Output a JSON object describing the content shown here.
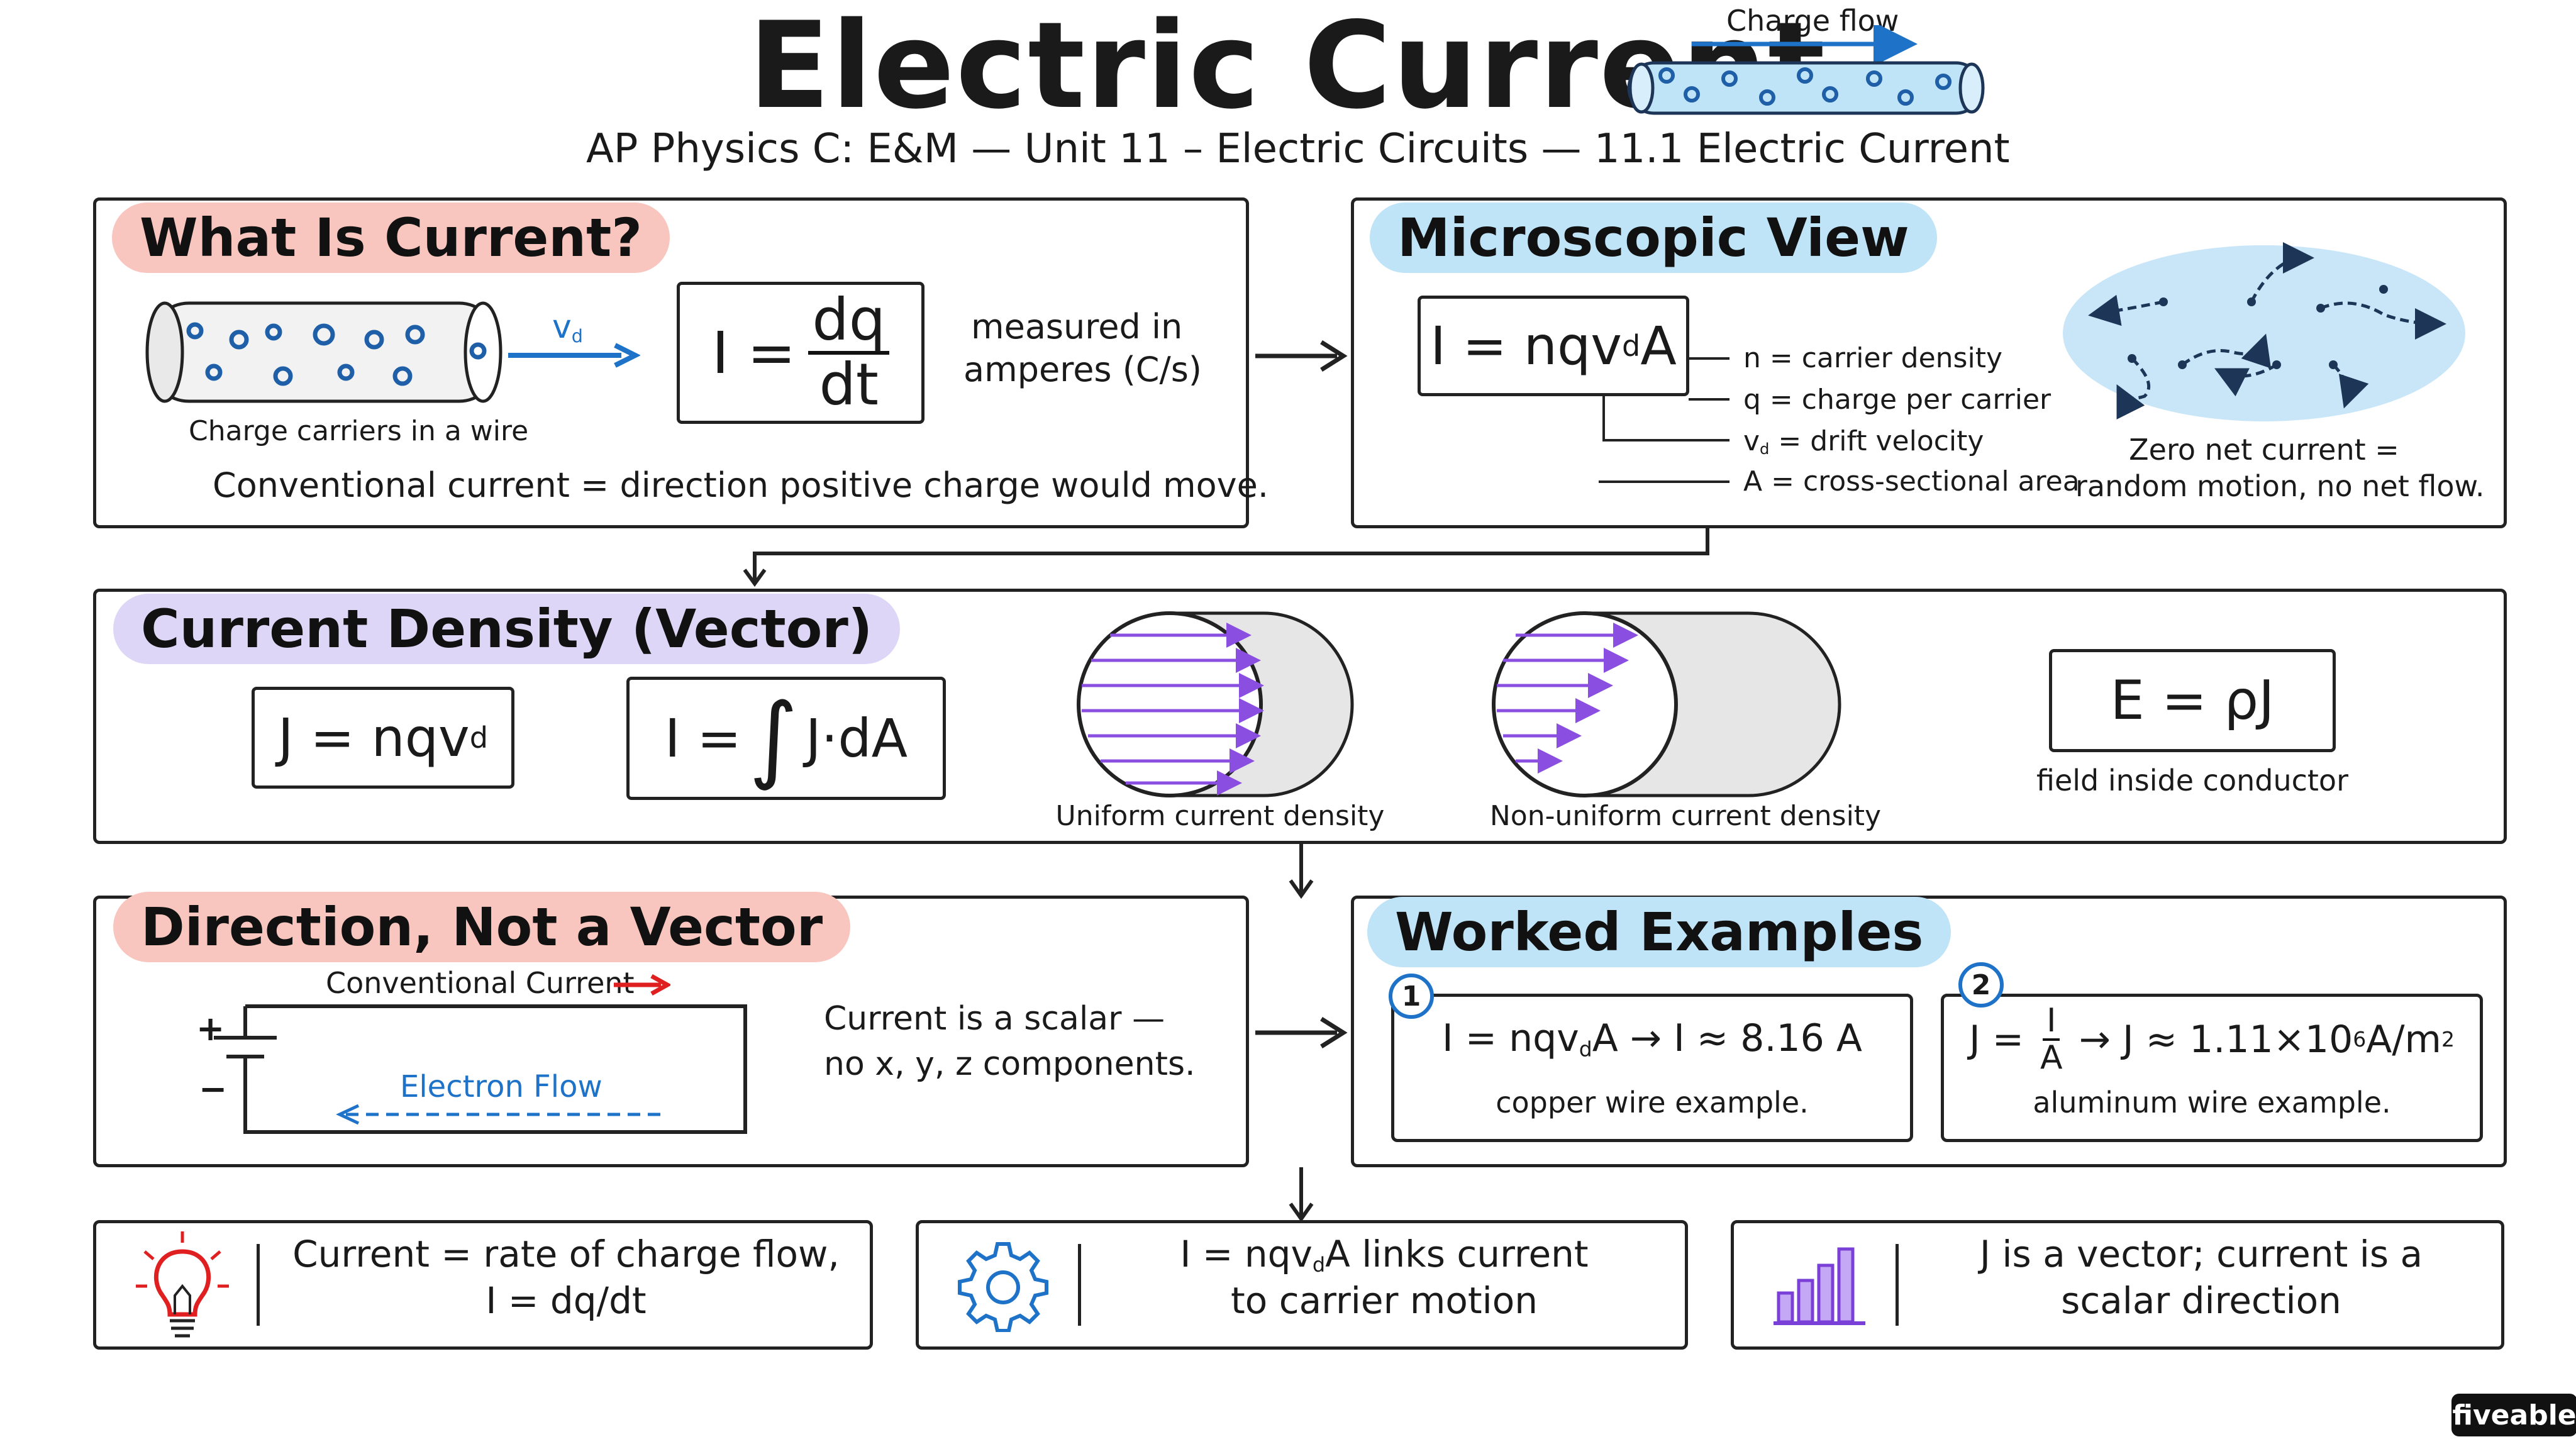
{
  "title": "Electric Current",
  "subtitle": "AP Physics C: E&M — Unit 11 – Electric Circuits — 11.1 Electric Current",
  "header_graphic": {
    "label": "Charge flow"
  },
  "what_is_current": {
    "heading": "What Is Current?",
    "wire_caption": "Charge carriers in a wire",
    "vd_label": "v",
    "vd_sub": "d",
    "formula_lhs": "I =",
    "formula_num": "dq",
    "formula_den": "dt",
    "units_line1": "measured in",
    "units_line2": "amperes (C/s)",
    "conventional": "Conventional current = direction positive charge would move."
  },
  "microscopic": {
    "heading": "Microscopic View",
    "formula_pre": "I = nqv",
    "formula_sub": "d",
    "formula_post": "A",
    "legend": [
      "n = carrier density",
      "q = charge per carrier",
      "= drift velocity",
      "A = cross-sectional area"
    ],
    "legend_vd_symbol": "v",
    "legend_vd_sub": "d",
    "random_line1": "Zero net current =",
    "random_line2": "random motion, no net flow."
  },
  "current_density": {
    "heading": "Current Density (Vector)",
    "j_formula_pre": "J = nqv",
    "j_formula_sub": "d",
    "i_formula_lhs": "I =",
    "i_formula_integral": "∫",
    "i_formula_rhs": "J·dA",
    "uniform_label": "Uniform current density",
    "nonuniform_label": "Non-uniform current density",
    "e_formula": "E = ρJ",
    "e_caption": "field inside conductor"
  },
  "direction": {
    "heading": "Direction, Not a Vector",
    "conventional_label": "Conventional Current",
    "electron_label": "Electron Flow",
    "plus": "+",
    "minus": "−",
    "scalar_line1": "Current is a scalar —",
    "scalar_line2": "no x, y, z components."
  },
  "worked": {
    "heading": "Worked Examples",
    "ex1": {
      "number": "1",
      "formula_pre": "I = nqv",
      "formula_sub": "d",
      "formula_post": "A → I ≈ 8.16 A",
      "caption": "copper wire example."
    },
    "ex2": {
      "number": "2",
      "formula_lhs": "J =",
      "frac_num": "I",
      "frac_den": "A",
      "formula_mid": "→ J ≈ 1.11×10",
      "formula_exp": "6",
      "formula_unit": " A/m",
      "formula_unit_exp": "2",
      "caption": "aluminum wire example."
    }
  },
  "summary": [
    {
      "icon": "lightbulb-icon",
      "line1": "Current = rate of charge flow,",
      "line2": "I = dq/dt"
    },
    {
      "icon": "gear-icon",
      "line1_pre": "I = nqv",
      "line1_sub": "d",
      "line1_post": "A links current",
      "line2": "to carrier motion"
    },
    {
      "icon": "bar-chart-icon",
      "line1": "J is a vector; current is a",
      "line2": "scalar direction"
    }
  ],
  "brand": "fiveable",
  "colors": {
    "red_pill": "#f9c6bf",
    "blue_pill": "#bfe3f7",
    "purple_pill": "#ddd6f6",
    "arrow_blue": "#1e73c8",
    "arrow_red": "#e02020",
    "density_purple": "#8a4fe0"
  }
}
